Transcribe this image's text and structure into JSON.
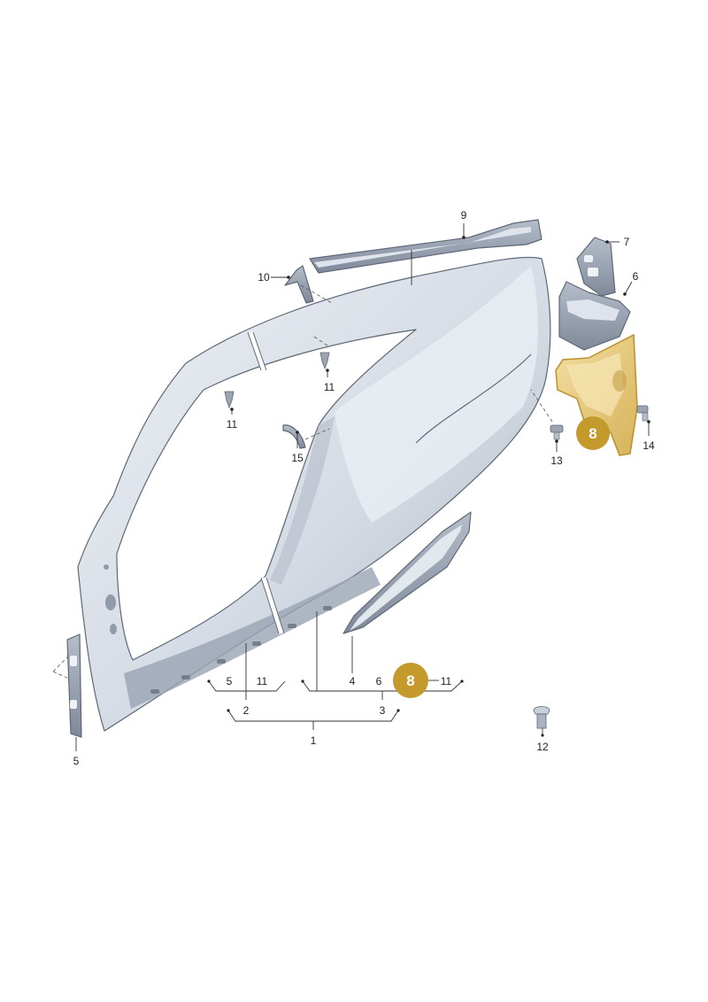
{
  "callouts": {
    "c1": "1",
    "c2": "2",
    "c3": "3",
    "c4": "4",
    "c5_left": "5",
    "c5_bracket": "5",
    "c6_top": "6",
    "c6_bracket": "6",
    "c7": "7",
    "c9": "9",
    "c10": "10",
    "c11_a": "11",
    "c11_b": "11",
    "c11_c": "11",
    "c11_d": "11",
    "c12": "12",
    "c13": "13",
    "c14": "14",
    "c15": "15"
  },
  "highlight": {
    "badge_top": "8",
    "badge_bottom": "8",
    "badge_color": "#c49a2c",
    "part_fill": "#e9cf85",
    "part_stroke": "#b9902a"
  },
  "colors": {
    "panel_light": "#dfe4ec",
    "panel_mid": "#c7cfdb",
    "panel_dark": "#8e98a8",
    "outline": "#5e6877"
  }
}
